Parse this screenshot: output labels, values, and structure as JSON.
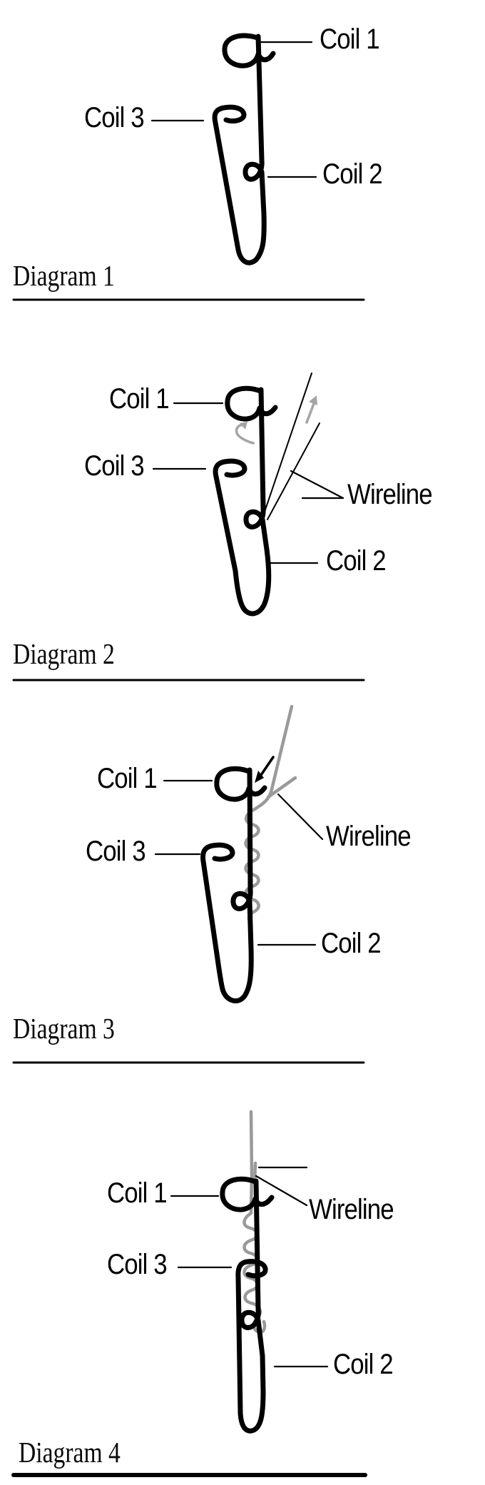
{
  "colors": {
    "ink": "#000000",
    "wireline_gray": "#9a9a9a"
  },
  "diagrams": [
    {
      "caption": "Diagram 1",
      "labels": {
        "coil1": "Coil 1",
        "coil2": "Coil 2",
        "coil3": "Coil 3"
      }
    },
    {
      "caption": "Diagram 2",
      "labels": {
        "coil1": "Coil 1",
        "coil2": "Coil 2",
        "coil3": "Coil 3",
        "wireline": "Wireline"
      }
    },
    {
      "caption": "Diagram 3",
      "labels": {
        "coil1": "Coil 1",
        "coil2": "Coil 2",
        "coil3": "Coil 3",
        "wireline": "Wireline"
      }
    },
    {
      "caption": "Diagram 4",
      "labels": {
        "coil1": "Coil 1",
        "coil2": "Coil 2",
        "coil3": "Coil 3",
        "wireline": "Wireline"
      }
    }
  ]
}
